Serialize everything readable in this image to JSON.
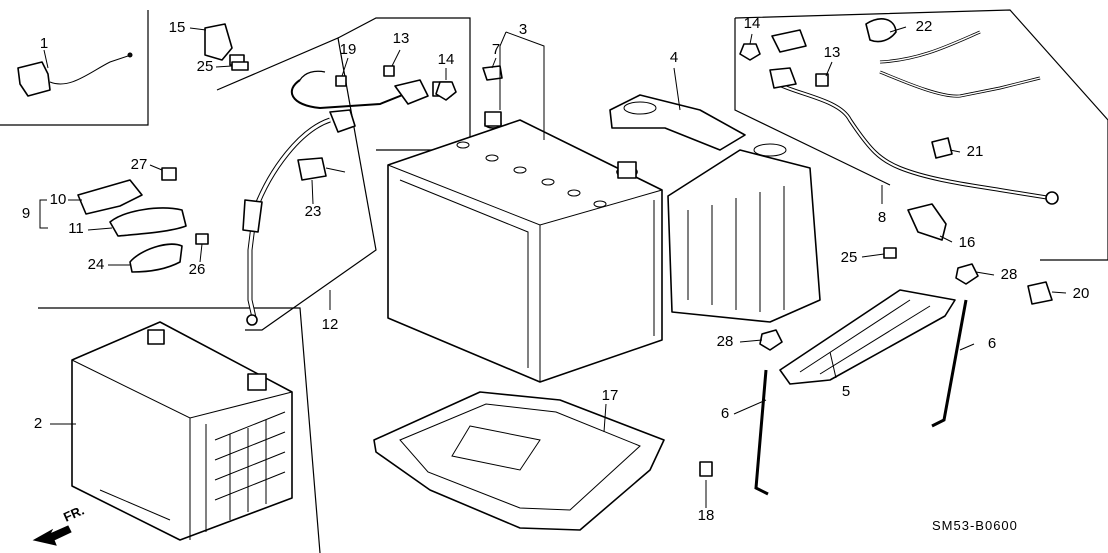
{
  "diagram": {
    "code": "SM53-B0600",
    "direction_label": "FR.",
    "callouts": [
      {
        "id": "c1",
        "text": "1"
      },
      {
        "id": "c2",
        "text": "2"
      },
      {
        "id": "c3",
        "text": "3"
      },
      {
        "id": "c4",
        "text": "4"
      },
      {
        "id": "c5",
        "text": "5"
      },
      {
        "id": "c6a",
        "text": "6"
      },
      {
        "id": "c6b",
        "text": "6"
      },
      {
        "id": "c7",
        "text": "7"
      },
      {
        "id": "c8",
        "text": "8"
      },
      {
        "id": "c9",
        "text": "9"
      },
      {
        "id": "c10",
        "text": "10"
      },
      {
        "id": "c11",
        "text": "11"
      },
      {
        "id": "c12",
        "text": "12"
      },
      {
        "id": "c13a",
        "text": "13"
      },
      {
        "id": "c13b",
        "text": "13"
      },
      {
        "id": "c14a",
        "text": "14"
      },
      {
        "id": "c14b",
        "text": "14"
      },
      {
        "id": "c15",
        "text": "15"
      },
      {
        "id": "c16",
        "text": "16"
      },
      {
        "id": "c17",
        "text": "17"
      },
      {
        "id": "c18",
        "text": "18"
      },
      {
        "id": "c19",
        "text": "19"
      },
      {
        "id": "c20",
        "text": "20"
      },
      {
        "id": "c21",
        "text": "21"
      },
      {
        "id": "c22",
        "text": "22"
      },
      {
        "id": "c23",
        "text": "23"
      },
      {
        "id": "c24",
        "text": "24"
      },
      {
        "id": "c25a",
        "text": "25"
      },
      {
        "id": "c25b",
        "text": "25"
      },
      {
        "id": "c26",
        "text": "26"
      },
      {
        "id": "c27",
        "text": "27"
      },
      {
        "id": "c28a",
        "text": "28"
      },
      {
        "id": "c28b",
        "text": "28"
      }
    ]
  }
}
